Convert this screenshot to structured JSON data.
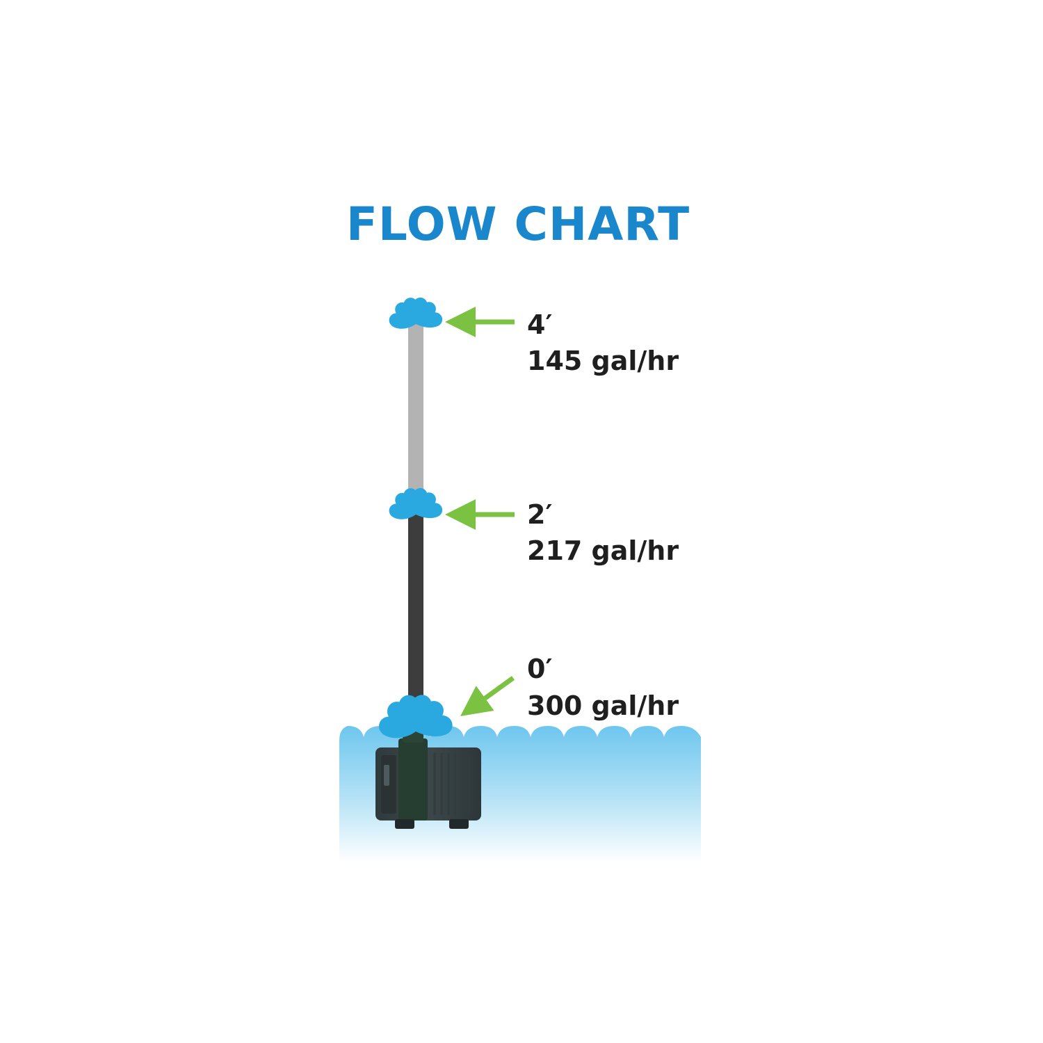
{
  "title": "FLOW CHART",
  "colors": {
    "title": "#1a86cc",
    "water_drop": "#29a9e0",
    "arrow": "#7cc242",
    "label": "#1f1f1f",
    "tube_upper": "#b3b3b3",
    "tube_lower": "#3d3d3d",
    "pump_body": "#3a4446",
    "water_top": "#6ec6ee",
    "water_bottom": "#ffffff"
  },
  "levels": [
    {
      "height": "4′",
      "flow": "145 gal/hr",
      "height_ft": 4,
      "gph": 145
    },
    {
      "height": "2′",
      "flow": "217 gal/hr",
      "height_ft": 2,
      "gph": 217
    },
    {
      "height": "0′",
      "flow": "300 gal/hr",
      "height_ft": 0,
      "gph": 300
    }
  ],
  "icons": {
    "spray": "water-spray-icon",
    "arrow": "green-arrow-icon",
    "pump": "fountain-pump-icon",
    "water": "water-waves"
  }
}
